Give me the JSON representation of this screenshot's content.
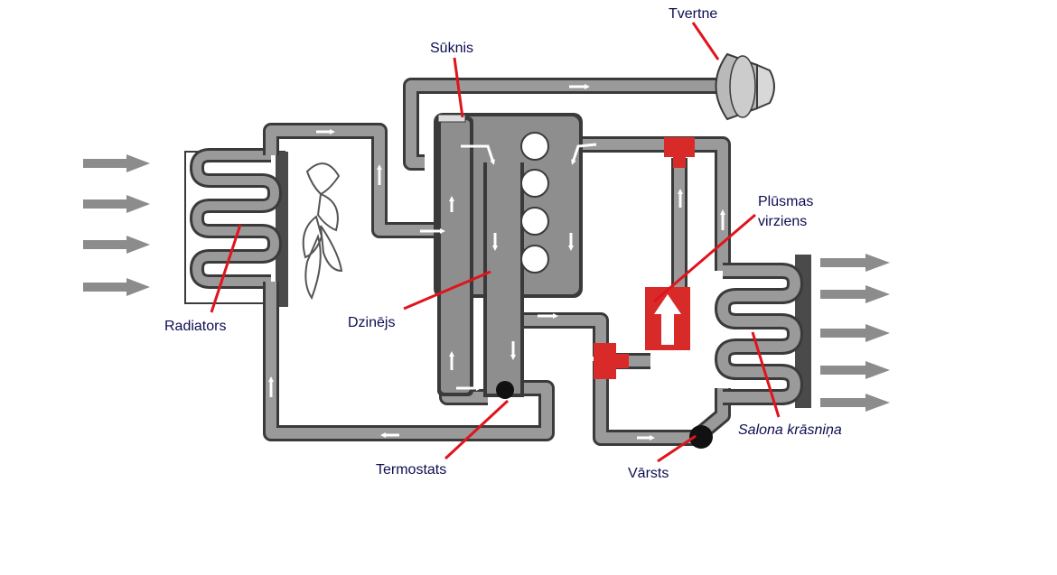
{
  "labels": {
    "tvertne": "Tvertne",
    "suknis": "Sūknis",
    "plusmas_line1": "Plūsmas",
    "plusmas_line2": "virziens",
    "radiators": "Radiators",
    "dzinejs": "Dzinējs",
    "termostats": "Termostats",
    "varsts": "Vārsts",
    "salona_krasnina": "Salona krāsniņa"
  },
  "colors": {
    "pipe_outline": "#3a3a3a",
    "pipe_fill": "#9a9a9a",
    "engine": "#8e8e8e",
    "leader": "#e0141c",
    "valve_red": "#d92a2a",
    "label_text": "#0d0d52",
    "airflow_arrow": "#8c8c8c"
  }
}
